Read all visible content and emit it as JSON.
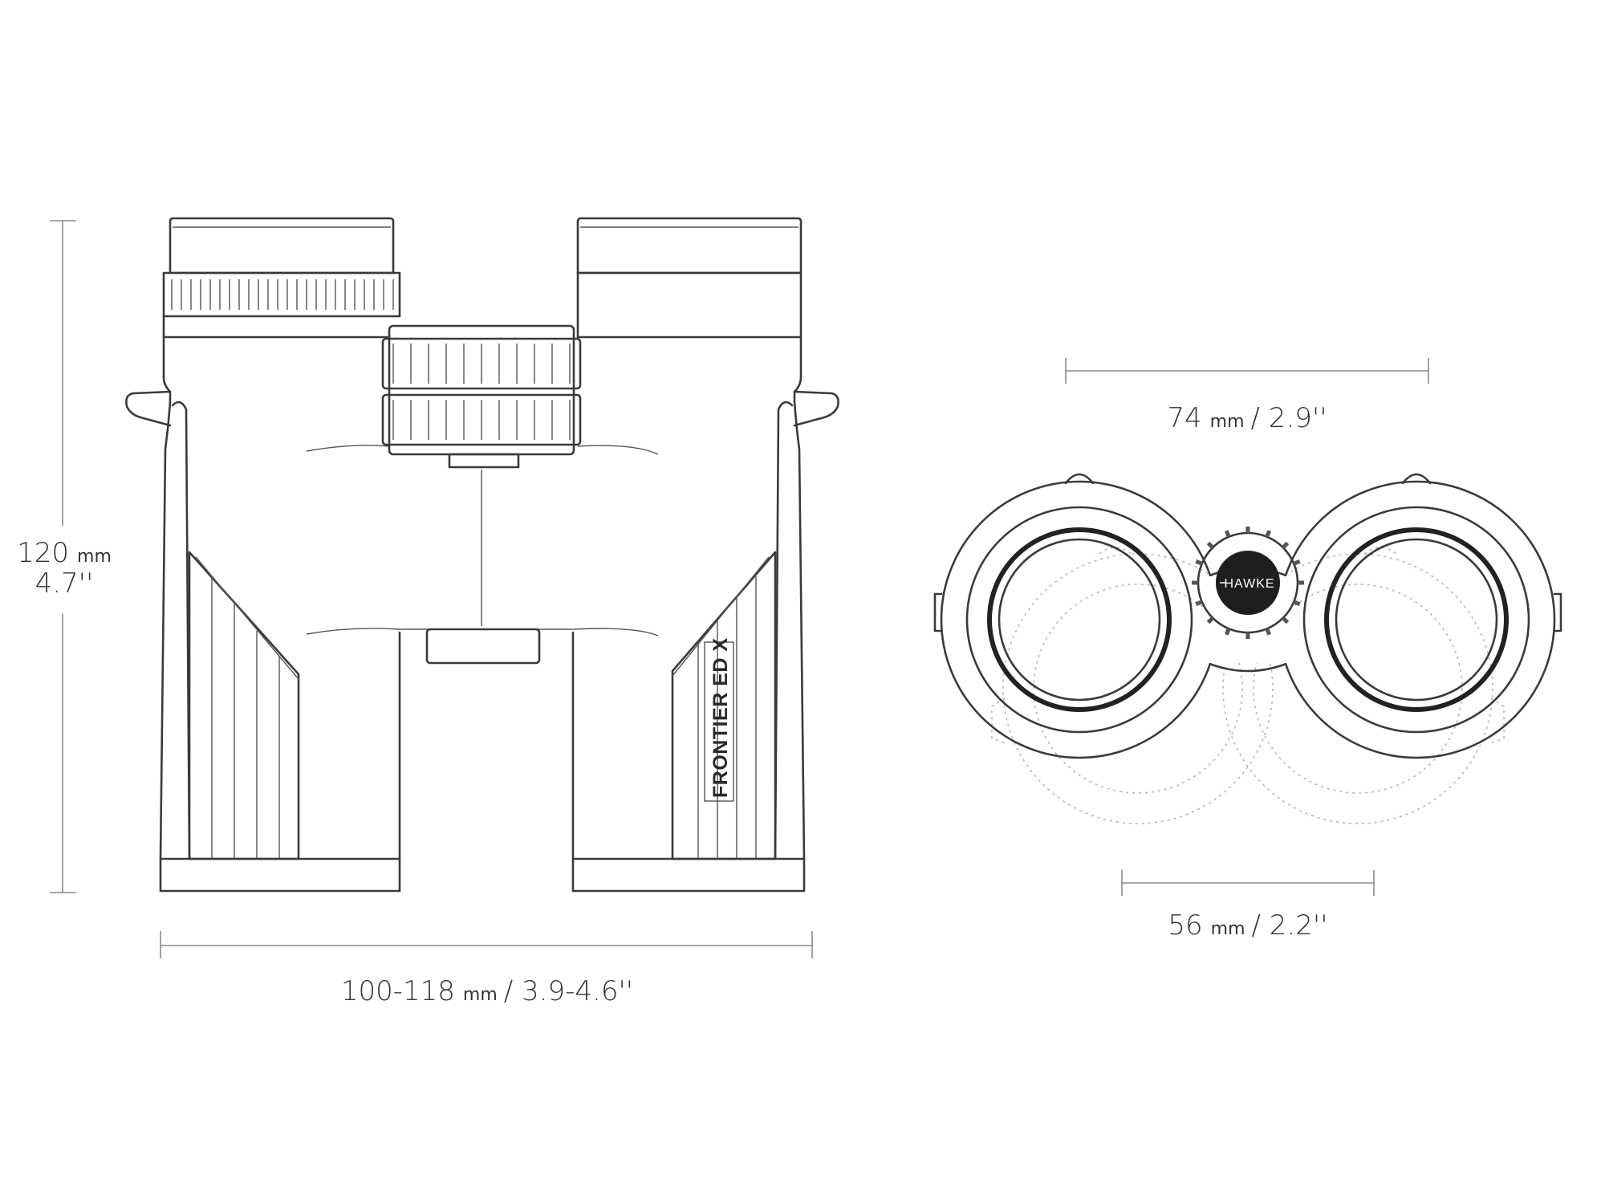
{
  "dimensions": {
    "height": {
      "value": "120",
      "unit": "mm",
      "imperial": "4.7''"
    },
    "width": {
      "value": "100-118",
      "unit": "mm",
      "imperial": "/ 3.9-4.6''"
    },
    "eyepiece_spacing": {
      "value": "74",
      "unit": "mm",
      "imperial": "/ 2.9''"
    },
    "objective_spacing": {
      "value": "56",
      "unit": "mm",
      "imperial": "/ 2.2''"
    }
  },
  "labels": {
    "model_name": "FRONTIER ED X",
    "brand_logo": "HAWKE"
  },
  "colors": {
    "line": "#3a3a3a",
    "dimension_line": "#8a8a8a",
    "dashed_outline": "#b5b5b5",
    "logo_badge": "#1e1e1e"
  }
}
